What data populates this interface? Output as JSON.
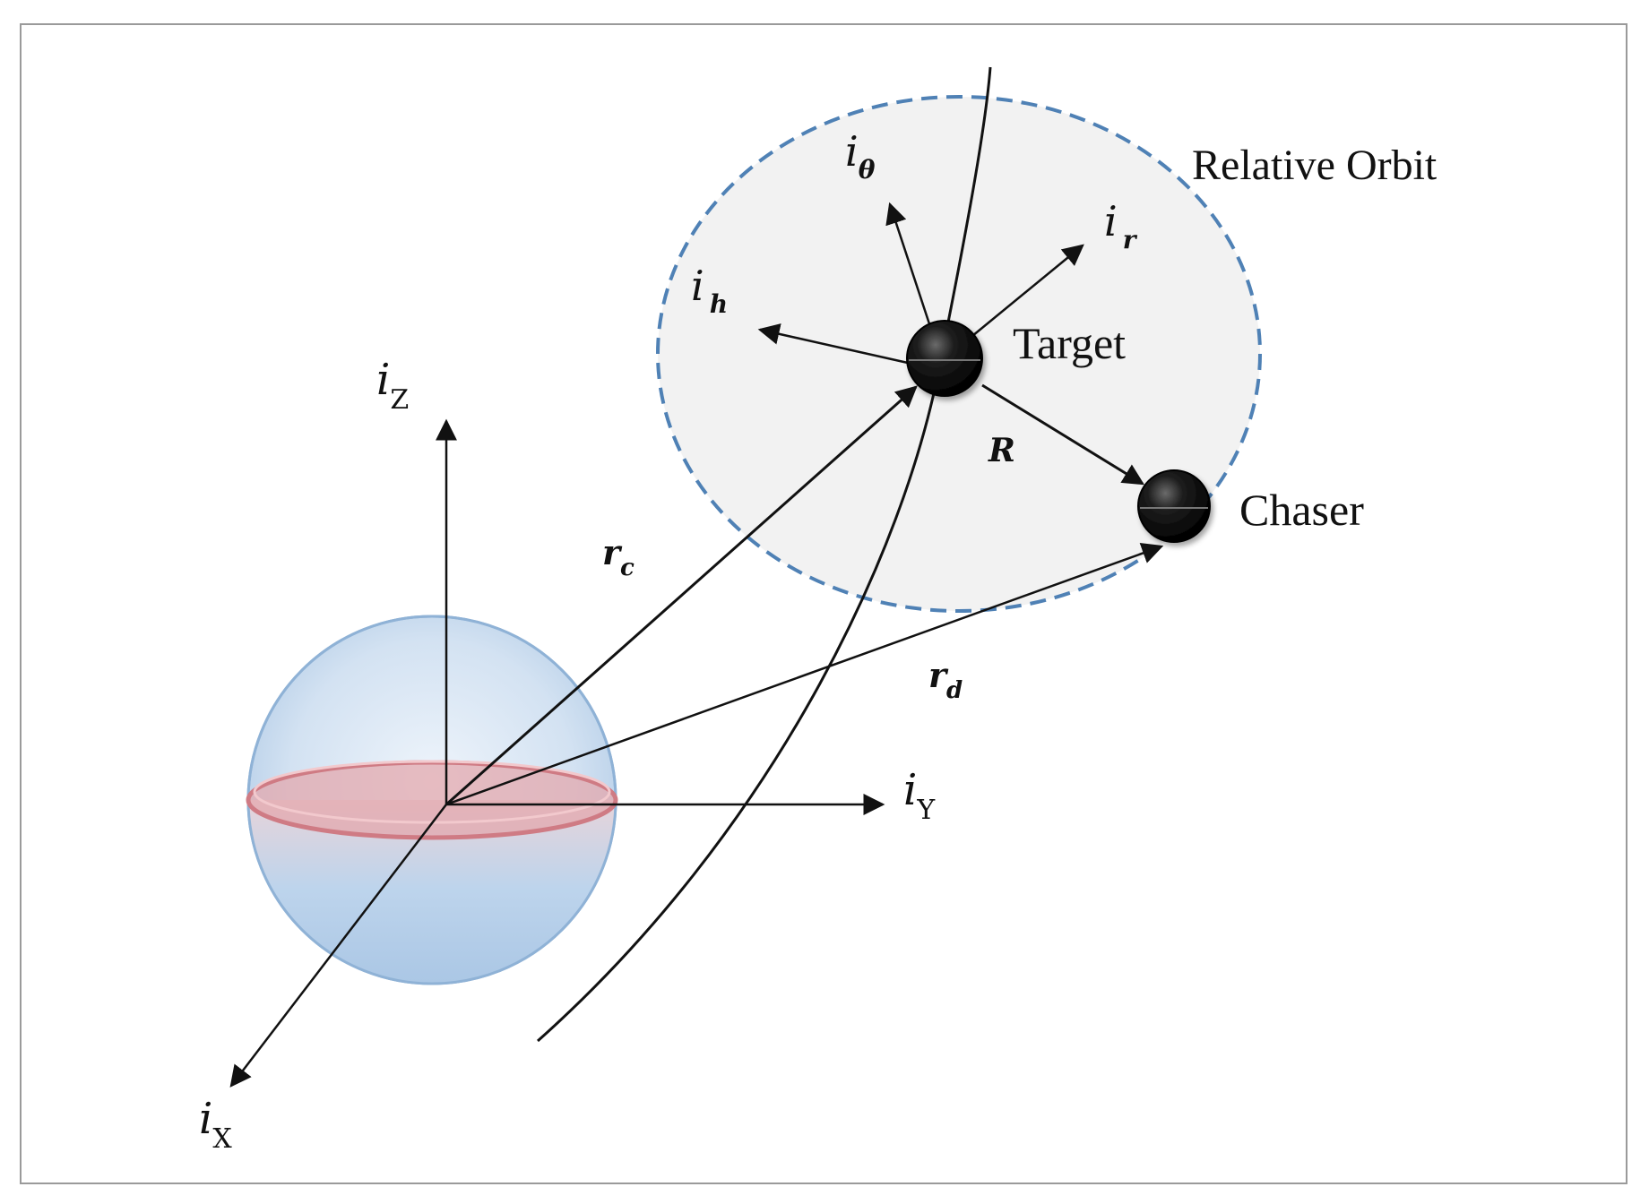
{
  "labels": {
    "relative_orbit": "Relative Orbit",
    "target": "Target",
    "chaser": "Chaser",
    "R": "R",
    "r_c": {
      "base": "r",
      "sub": "c"
    },
    "r_d": {
      "base": "r",
      "sub": "d"
    },
    "i_theta": {
      "base": "i",
      "sub": "θ"
    },
    "i_r": {
      "base": "i",
      "sub": "r"
    },
    "i_h": {
      "base": "i",
      "sub": "h"
    },
    "i_Z": {
      "base": "i",
      "sub": "Z"
    },
    "i_Y": {
      "base": "i",
      "sub": "Y"
    },
    "i_X": {
      "base": "i",
      "sub": "X"
    }
  },
  "colors": {
    "orbit_dash": "#4f81b5",
    "orbit_fill": "#f2f2f2",
    "earth_fill": "#c9dcef",
    "earth_edge": "#7ea6cf",
    "equator": "#d9888f",
    "body": "#111111"
  }
}
